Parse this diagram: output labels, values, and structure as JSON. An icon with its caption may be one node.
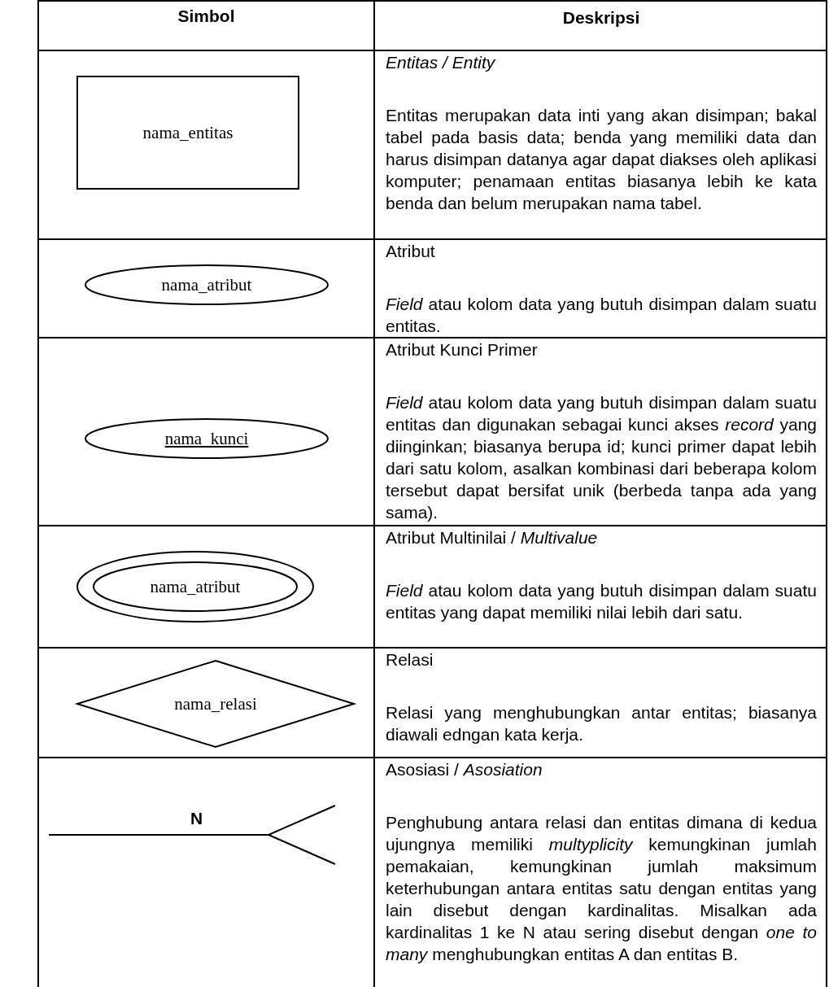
{
  "diagram": {
    "nodes": [
      {
        "text": [
          "nama_entitas"
        ]
      },
      {
        "text": [
          "nama_atribut"
        ]
      },
      {
        "text": [
          "nama_kunci"
        ]
      },
      {
        "text": [
          "nama_atribut"
        ]
      },
      {
        "text": [
          "nama_relasi"
        ]
      }
    ],
    "labels": [
      "Simbol",
      "Deskripsi",
      "Entitas / Entity",
      "Entitas merupakan data inti yang akan disimpan; bakal tabel pada basis data; benda yang memiliki data dan harus disimpan datanya agar dapat diakses oleh aplikasi komputer; penamaan entitas biasanya lebih ke kata benda dan belum merupakan nama tabel.",
      "Atribut",
      "*Field* atau kolom data yang butuh disimpan dalam suatu entitas.",
      "Atribut Kunci Primer",
      "*Field* atau kolom data yang butuh disimpan dalam suatu entitas dan digunakan sebagai kunci akses *record* yang diinginkan; biasanya berupa id; kunci primer dapat lebih dari satu kolom, asalkan kombinasi dari beberapa kolom tersebut dapat bersifat unik (berbeda tanpa ada yang sama).",
      "Atribut Multinilai / *Multivalue*",
      "*Field* atau kolom data yang butuh disimpan dalam suatu entitas yang dapat memiliki nilai lebih dari satu.",
      "Relasi",
      "Relasi yang menghubungkan antar entitas; biasanya diawali edngan kata kerja.",
      "N",
      "Asosiasi / *Asosiation*",
      "Penghubung antara relasi dan entitas dimana di kedua ujungnya memiliki *multyplicity* kemungkinan jumlah pemakaian, kemungkinan jumlah maksimum keterhubungan antara entitas satu dengan entitas yang lain disebut dengan kardinalitas. Misalkan ada kardinalitas 1 ke N atau sering disebut dengan *one to many* menghubungkan entitas A dan entitas B."
    ]
  }
}
